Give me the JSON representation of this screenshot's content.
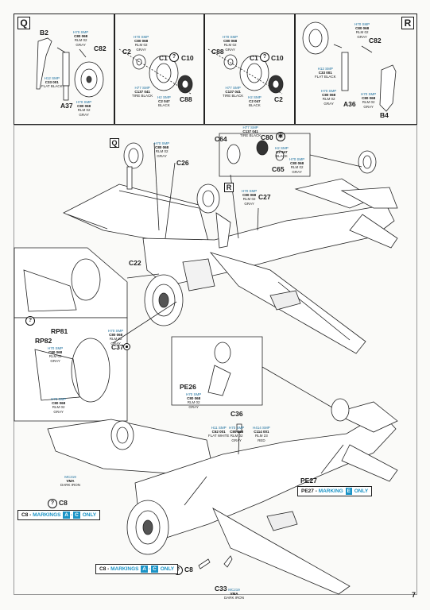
{
  "page_number": "7",
  "panels": {
    "q1": {
      "letter": "Q",
      "labels": [
        "B2",
        "C82",
        "A37"
      ],
      "paints": [
        {
          "codes": "H70 SMP",
          "nums": "C80  068",
          "name": "RLM 02",
          "color": "GRAY"
        },
        {
          "codes": "H12  SMP",
          "nums": "C33  001",
          "name": "FLAT BLACK",
          "color": ""
        },
        {
          "codes": "H70 SMP",
          "nums": "C80  068",
          "name": "RLM 02",
          "color": "GRAY"
        }
      ]
    },
    "q2": {
      "labels": [
        "C2",
        "C1",
        "C10",
        "C88"
      ],
      "paints": [
        {
          "codes": "H70 SMP",
          "nums": "C80  068",
          "name": "RLM 02",
          "color": "GRAY"
        },
        {
          "codes": "H77 SMP",
          "nums": "C137 041",
          "name": "TIRE BLACK",
          "color": ""
        },
        {
          "codes": "H2  SMP",
          "nums": "C2  047",
          "name": "BLACK",
          "color": ""
        }
      ]
    },
    "r1": {
      "labels": [
        "C88",
        "C1",
        "C10",
        "C2"
      ],
      "paints": [
        {
          "codes": "H70 SMP",
          "nums": "C80  068",
          "name": "RLM 02",
          "color": "GRAY"
        },
        {
          "codes": "H77 SMP",
          "nums": "C137 041",
          "name": "TIRE BLACK",
          "color": ""
        },
        {
          "codes": "H2  SMP",
          "nums": "C2  047",
          "name": "BLACK",
          "color": ""
        }
      ]
    },
    "r2": {
      "letter": "R",
      "labels": [
        "C82",
        "A36",
        "B4"
      ],
      "paints": [
        {
          "codes": "H70 SMP",
          "nums": "C80  068",
          "name": "RLM 02",
          "color": "GRAY"
        },
        {
          "codes": "H12  SMP",
          "nums": "C33  001",
          "name": "FLAT BLACK",
          "color": ""
        },
        {
          "codes": "H70 SMP",
          "nums": "C80  068",
          "name": "RLM 02",
          "color": "GRAY"
        },
        {
          "codes": "H70 SMP",
          "nums": "C80  068",
          "name": "RLM 02",
          "color": "GRAY"
        }
      ]
    }
  },
  "middle": {
    "labels": {
      "c26": "C26",
      "c27": "C27",
      "c22": "C22",
      "rp81": "RP81",
      "rp82": "RP82",
      "c37": "C37",
      "c64": "C64",
      "c80": "C80",
      "c65": "C65",
      "pe26": "PE26"
    },
    "letters": {
      "q": "Q",
      "r": "R"
    },
    "paints": [
      {
        "codes": "H70 SMP",
        "nums": "C80  068",
        "name": "RLM 02",
        "color": "GRAY"
      },
      {
        "codes": "H70 SMP",
        "nums": "C80  068",
        "name": "RLM 02",
        "color": "GRAY"
      },
      {
        "codes": "H70 SMP",
        "nums": "C80  068",
        "name": "RLM 02",
        "color": "GRAY"
      },
      {
        "codes": "H70 SMP",
        "nums": "C80  068",
        "name": "RLM 02",
        "color": "GRAY"
      },
      {
        "codes": "H70 SMP",
        "nums": "C80  068",
        "name": "RLM 02",
        "color": "GRAY"
      },
      {
        "codes": "H77 SMP",
        "nums": "C137 041",
        "name": "TIRE BLACK",
        "color": ""
      },
      {
        "codes": "H2  SMP",
        "nums": "C2  047",
        "name": "BLACK",
        "color": ""
      },
      {
        "codes": "H70 SMP",
        "nums": "C80  068",
        "name": "RLM 02",
        "color": "GRAY"
      },
      {
        "codes": "H70 SMP",
        "nums": "C80  068",
        "name": "RLM 02",
        "color": "GRAY"
      }
    ]
  },
  "bottom": {
    "labels": {
      "c36": "C36",
      "pe27": "PE27",
      "c8a": "C8",
      "c8b": "C8",
      "c33": "C33"
    },
    "paints": [
      {
        "codes": "H11 SMP",
        "nums": "C62  001",
        "name": "FLAT WHITE",
        "color": ""
      },
      {
        "codes": "H70 SMP",
        "nums": "C80  068",
        "name": "RLM 02",
        "color": "GRAY"
      },
      {
        "codes": "H414 SMP",
        "nums": "C114  001",
        "name": "RLM 23",
        "color": "RED"
      },
      {
        "codes": "MC219",
        "nums": "VMA",
        "name": "DARK IRON",
        "color": ""
      },
      {
        "codes": "MC219",
        "nums": "VMA",
        "name": "DARK IRON",
        "color": ""
      }
    ],
    "markings": {
      "ac_left": {
        "part": "C8 - ",
        "word": "MARKINGS",
        "a": "A",
        "dash": "-",
        "c": "C",
        "only": "ONLY"
      },
      "e_right": {
        "part": "PE27 - ",
        "word": "MARKING",
        "e": "E",
        "only": "ONLY"
      },
      "ac_bottom": {
        "part": "C8 - ",
        "word": "MARKINGS",
        "a": "A",
        "dash": "-",
        "c": "C",
        "only": "ONLY"
      }
    }
  },
  "help_symbol": "?",
  "colors": {
    "accent": "#1a93c6",
    "paint_code": "#1b6f9e",
    "line": "#222222"
  }
}
